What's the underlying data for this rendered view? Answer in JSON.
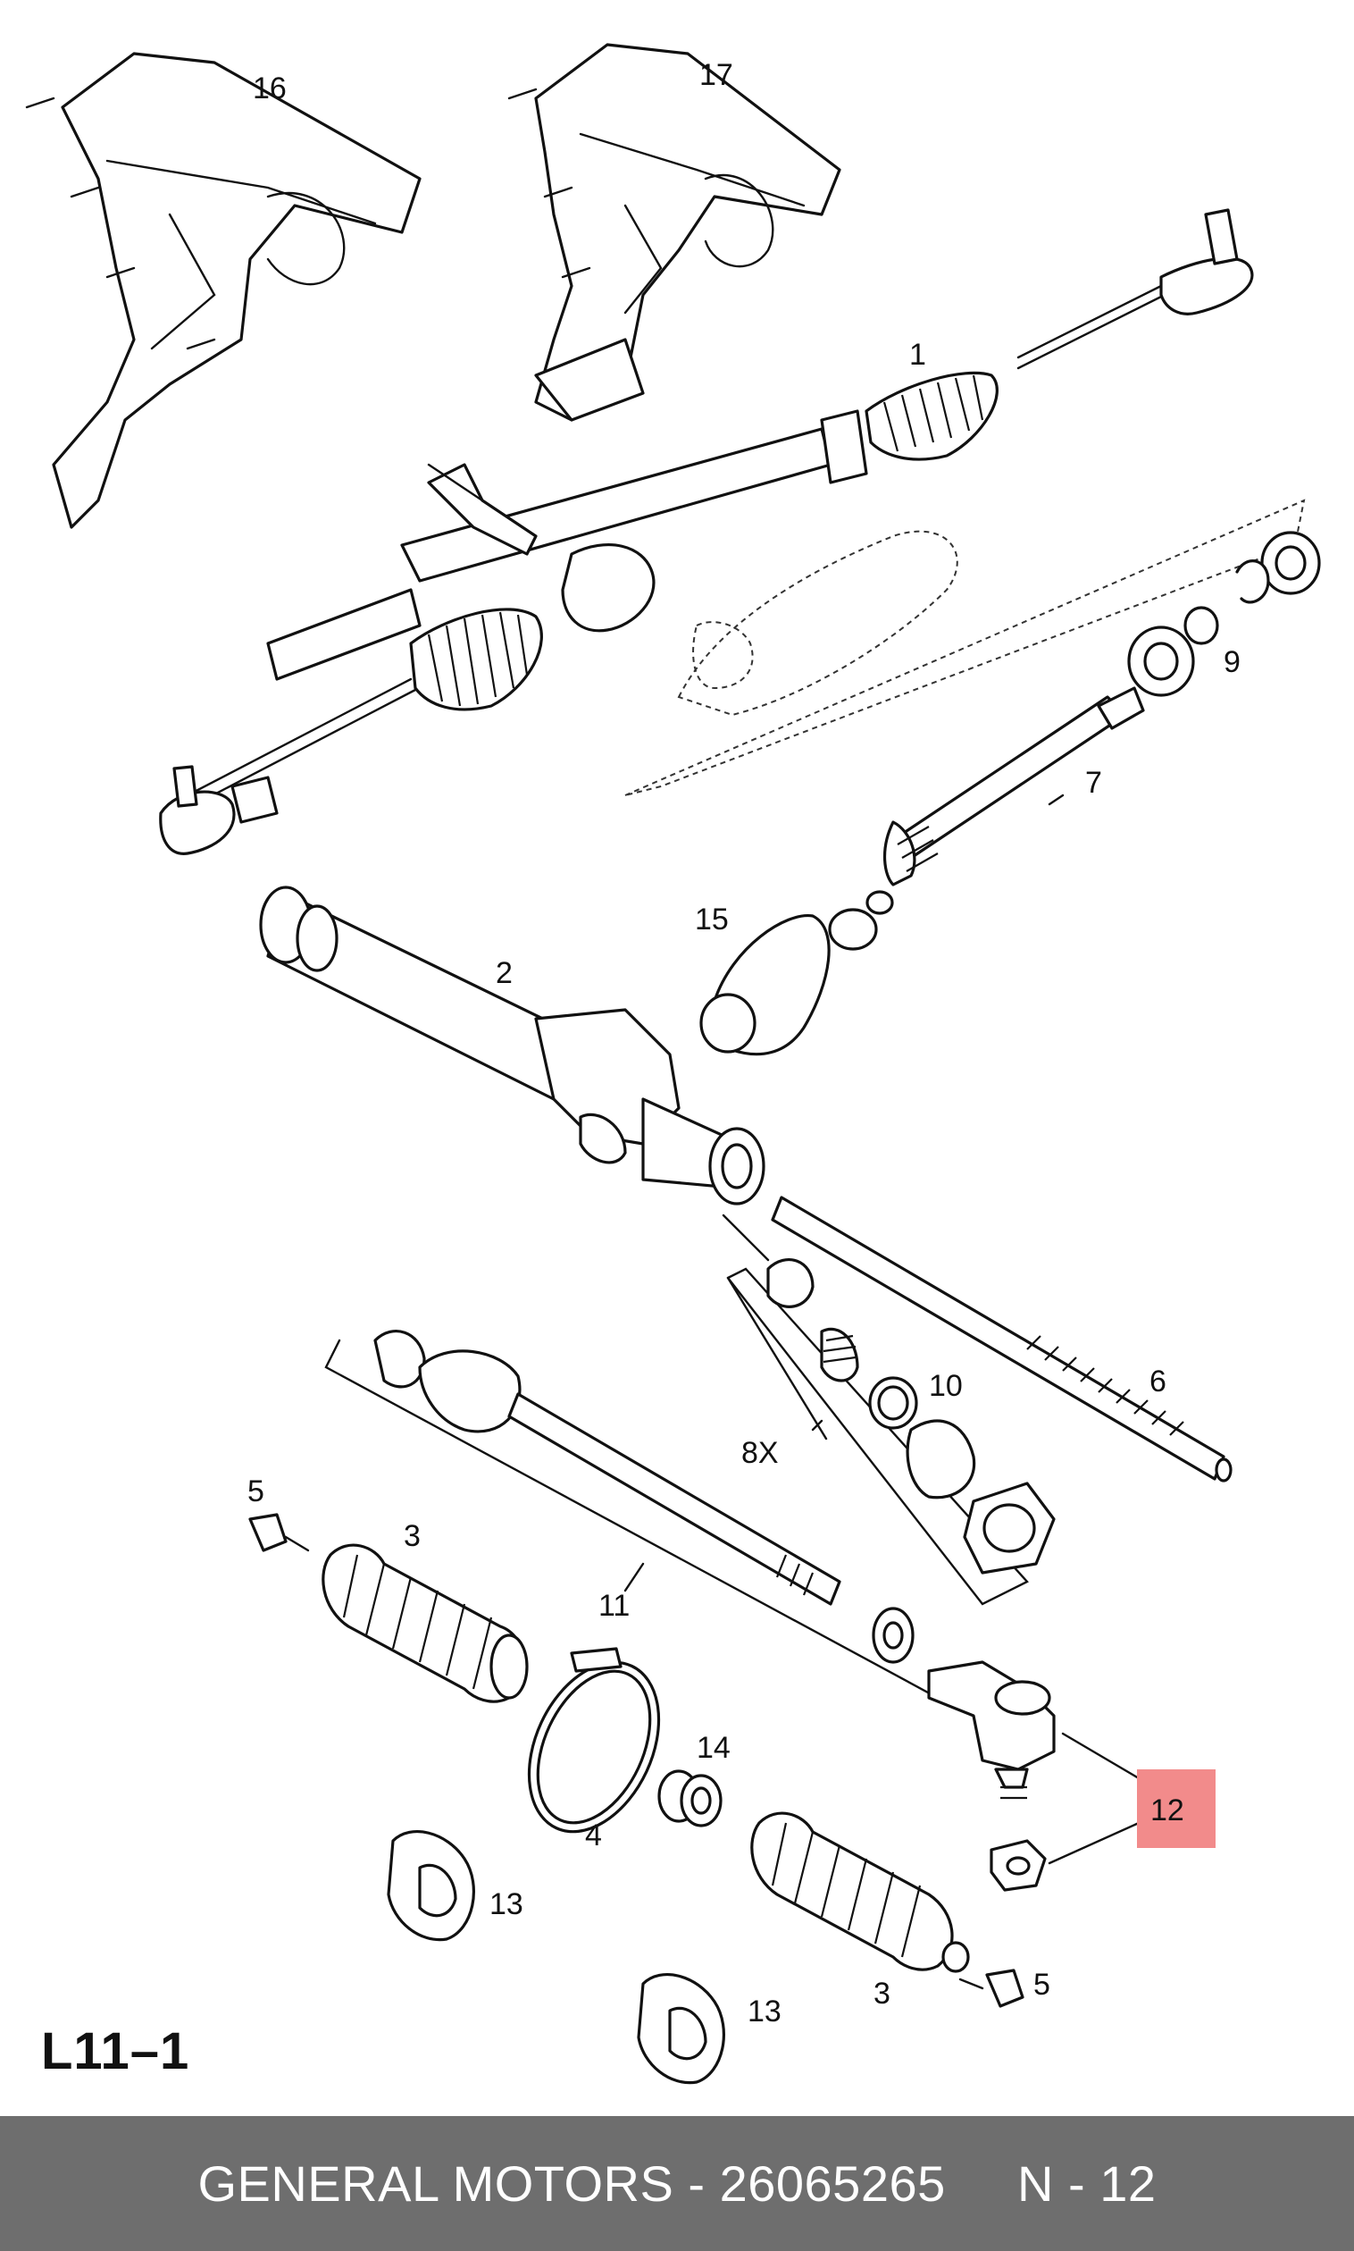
{
  "diagram": {
    "code": "L11–1",
    "highlight_color": "#f28b8b",
    "highlighted_part": "12",
    "labels": {
      "p1": "1",
      "p2": "2",
      "p3a": "3",
      "p3b": "3",
      "p4": "4",
      "p5a": "5",
      "p5b": "5",
      "p6": "6",
      "p7": "7",
      "p8": "8X",
      "p9": "9",
      "p10": "10",
      "p11": "11",
      "p12": "12",
      "p13a": "13",
      "p13b": "13",
      "p14": "14",
      "p15": "15",
      "p16": "16",
      "p17": "17"
    }
  },
  "footer": {
    "text": "GENERAL MOTORS - 26065265     N - 12",
    "background": "#6e6e6e"
  }
}
